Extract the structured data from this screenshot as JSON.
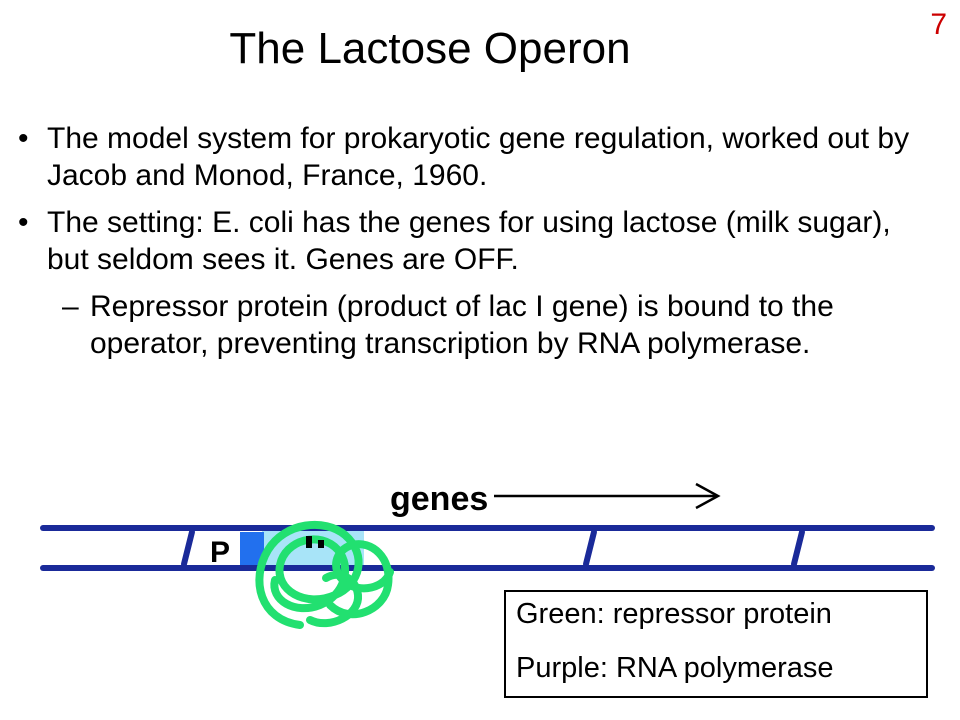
{
  "slide": {
    "number": "7",
    "title": "The Lactose Operon"
  },
  "bullets": [
    {
      "marker": "•",
      "text": "The model system for prokaryotic gene regulation, worked out by Jacob and Monod, France, 1960."
    },
    {
      "marker": "•",
      "text": "The setting: E. coli has the genes for using lactose (milk sugar), but seldom sees it. Genes are OFF."
    }
  ],
  "sub_bullet": {
    "marker": "–",
    "text": "Repressor protein (product of lac I gene) is bound to the operator, preventing transcription by RNA polymerase."
  },
  "diagram": {
    "genes_label": "genes",
    "promoter_label": "P",
    "colors": {
      "dna": "#1a2a99",
      "operator": "#a8e4f8",
      "repressor": "#22e070",
      "promoter_box": "#2270ee"
    }
  },
  "legend": {
    "line1": "Green: repressor protein",
    "line2": "Purple: RNA polymerase"
  }
}
